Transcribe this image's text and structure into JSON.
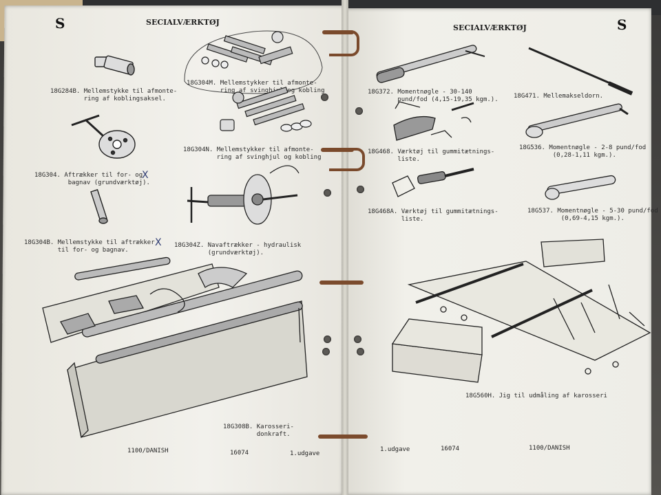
{
  "left_page": {
    "letter": "S",
    "header": "SECIALVÆRKTØJ",
    "captions": [
      "18G284B. Mellemstykke til afmonte-\n         ring af koblingsaksel.",
      "18G304M. Mellemstykker til afmonte-\n         ring af svinghjul og kobling",
      "18G304. Aftrækker til for- og\n         bagnav (grundværktøj).",
      "18G304N. Mellemstykker til afmonte-\n         ring af svinghjul og kobling",
      "18G304B. Mellemstykke til aftrækker\n         til for- og bagnav.",
      "18G304Z. Navaftrækker - hydraulisk\n         (grundværktøj).",
      "18G308B. Karosseri-\n         donkraft."
    ],
    "check_marks": [
      "X",
      "X"
    ],
    "footer": {
      "code": "1100/DANISH",
      "number": "16074",
      "edition": "1.udgave"
    }
  },
  "right_page": {
    "letter": "S",
    "header": "SECIALVÆRKTØJ",
    "captions": [
      "18G372. Momentnøgle - 30-140\n        pund/fod (4,15-19,35 kgm.).",
      "18G471. Mellemakseldorn.",
      "18G468. Værktøj til gummitætnings-\n        liste.",
      "18G536. Momentnøgle - 2-8 pund/fod\n         (0,28-1,11 kgm.).",
      "18G468A. Værktøj til gummitætnings-\n         liste.",
      "18G537. Momentnøgle - 5-30 pund/fod\n         (0,69-4,15 kgm.).",
      "18G560H. Jig til udmåling af karosseri"
    ],
    "footer": {
      "edition": "1.udgave",
      "number": "16074",
      "code": "1100/DANISH"
    }
  }
}
